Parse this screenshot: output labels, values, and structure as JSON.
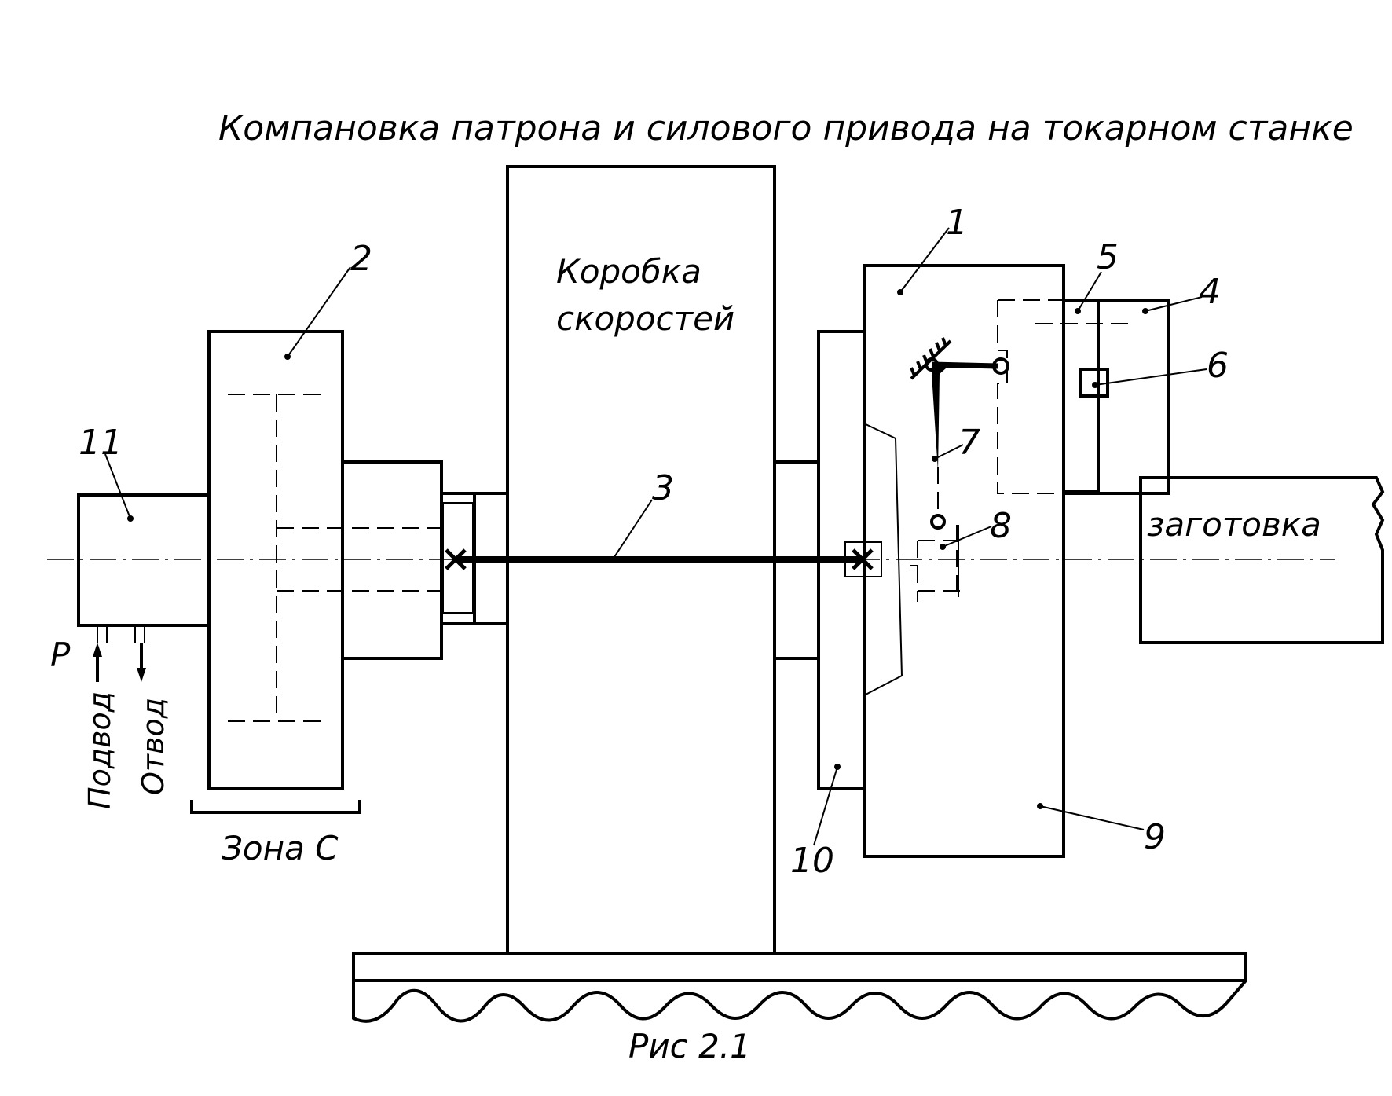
{
  "title": "Компановка патрона и силового привода на токарном станке",
  "caption": "Рис 2.1",
  "gearbox_label_line1": "Коробка",
  "gearbox_label_line2": "скоростей",
  "workpiece_label": "заготовка",
  "zone_label": "Зона С",
  "pressure_label": "Р",
  "supply_label": "Подвод",
  "return_label": "Отвод",
  "part_numbers": [
    "1",
    "2",
    "3",
    "4",
    "5",
    "6",
    "7",
    "8",
    "9",
    "10",
    "11"
  ]
}
